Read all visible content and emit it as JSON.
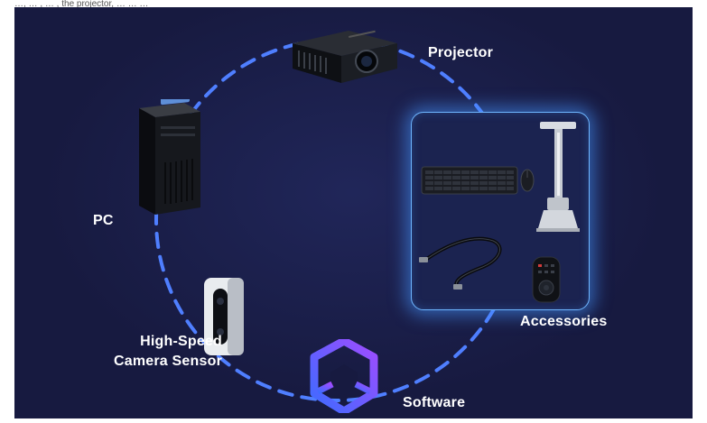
{
  "header_text": "…, … , … , the projector, … … …",
  "labels": {
    "projector": "Projector",
    "pc": "PC",
    "camera_line1": "High-Speed",
    "camera_line2": "Camera Sensor",
    "software": "Software",
    "accessories": "Accessories"
  },
  "colors": {
    "background": "#171a40",
    "ring": "#4f7fff",
    "accessories_glow": "#6fb6ff",
    "label": "#ffffff",
    "software_logo_primary": "#3d6bff",
    "software_logo_secondary": "#a04cff"
  },
  "icons": [
    "projector-icon",
    "pc-tower-icon",
    "camera-sensor-icon",
    "software-logo-icon",
    "keyboard-icon",
    "mouse-icon",
    "ceiling-mount-icon",
    "cable-icon",
    "remote-control-icon"
  ]
}
